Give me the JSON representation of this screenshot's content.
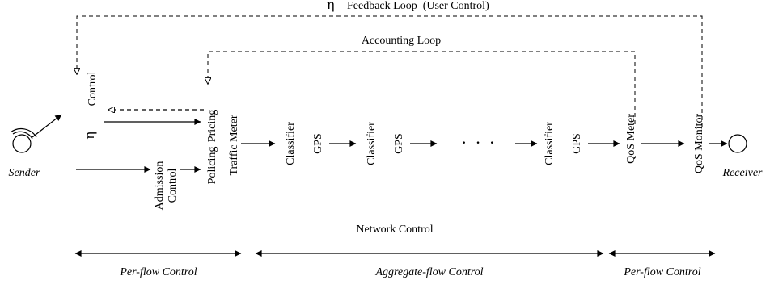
{
  "feedback_loop": {
    "symbol": "η",
    "label": "Feedback Loop  (User Control)"
  },
  "accounting_loop": {
    "label": "Accounting Loop"
  },
  "sender": {
    "label": "Sender"
  },
  "receiver": {
    "label": "Receiver"
  },
  "eta_control": {
    "symbol": "η",
    "label": "Control"
  },
  "admission_control": {
    "line1": "Admission",
    "line2": "Control"
  },
  "pricing": {
    "label": "Pricing"
  },
  "policing": {
    "label": "Policing"
  },
  "traffic_meter": {
    "label": "Traffic Meter"
  },
  "stages": [
    {
      "classifier": "Classifier",
      "gps": "GPS"
    },
    {
      "classifier": "Classifier",
      "gps": "GPS"
    },
    {
      "classifier": "Classifier",
      "gps": "GPS"
    }
  ],
  "ellipsis": "·   ·   ·",
  "qos_meter": {
    "label": "QoS Meter"
  },
  "qos_monitor": {
    "label": "QoS Monitor"
  },
  "network_control": {
    "label": "Network Control"
  },
  "spans": {
    "left": "Per-flow Control",
    "middle": "Aggregate-flow Control",
    "right": "Per-flow Control"
  }
}
